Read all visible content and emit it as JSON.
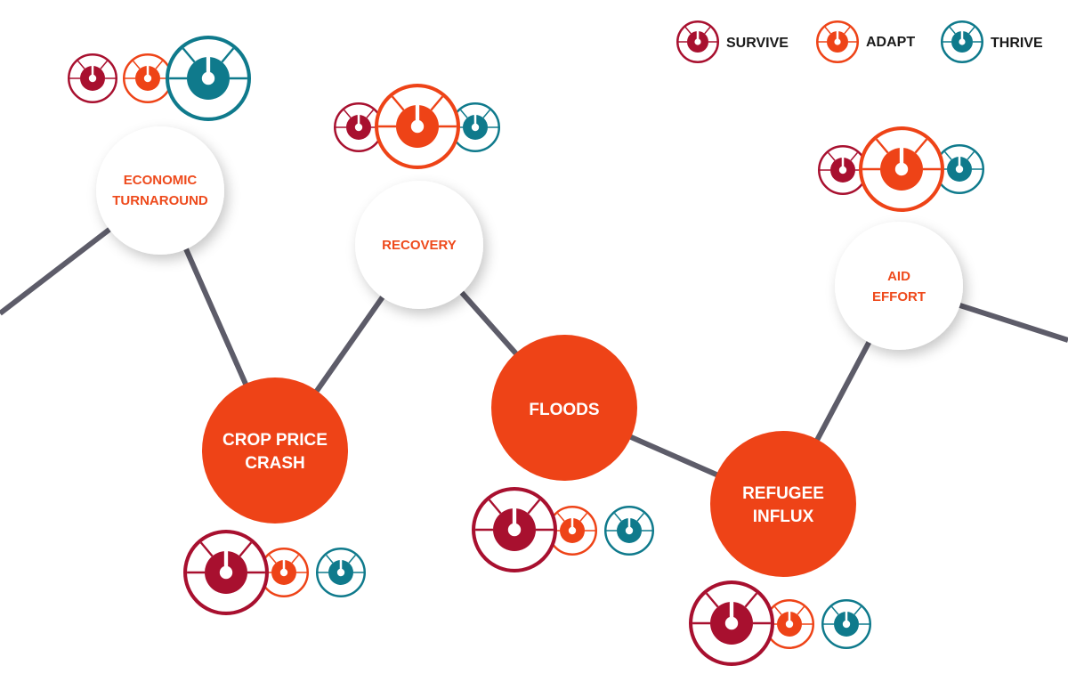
{
  "colors": {
    "survive": "#a8102f",
    "adapt": "#ee4317",
    "thrive": "#0f7a8c",
    "line": "#5d5c69",
    "white_node_text": "#ee4a1c",
    "event_node_fill": "#ee4317",
    "event_node_text": "#ffffff"
  },
  "legend": {
    "survive": "SURVIVE",
    "adapt": "ADAPT",
    "thrive": "THRIVE"
  },
  "nodes": [
    {
      "id": "economic-turnaround",
      "kind": "positive",
      "line1": "ECONOMIC",
      "line2": "TURNAROUND",
      "dominant": "thrive"
    },
    {
      "id": "crop-price-crash",
      "kind": "shock",
      "line1": "CROP PRICE",
      "line2": "CRASH",
      "dominant": "survive"
    },
    {
      "id": "recovery",
      "kind": "positive",
      "line1": "RECOVERY",
      "line2": "",
      "dominant": "adapt"
    },
    {
      "id": "floods",
      "kind": "shock",
      "line1": "FLOODS",
      "line2": "",
      "dominant": "survive"
    },
    {
      "id": "refugee-influx",
      "kind": "shock",
      "line1": "REFUGEE",
      "line2": "INFLUX",
      "dominant": "survive"
    },
    {
      "id": "aid-effort",
      "kind": "positive",
      "line1": "AID",
      "line2": "EFFORT",
      "dominant": "adapt"
    }
  ]
}
